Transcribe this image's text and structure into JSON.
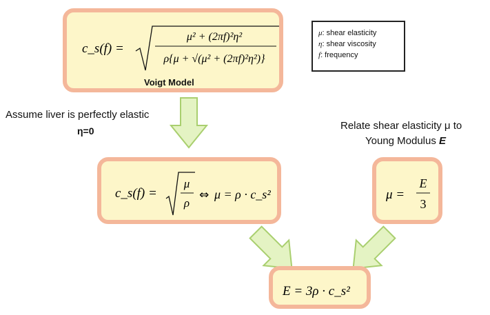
{
  "voigt": {
    "lhs": "c_s(f) =",
    "numerator": "μ² + (2πf)²η²",
    "denominator": "ρ{μ + √(μ² + (2πf)²η²)}",
    "caption": "Voigt Model"
  },
  "legend": {
    "items": [
      {
        "symbol": "μ",
        "text": ": shear elasticity"
      },
      {
        "symbol": "η",
        "text": ": shear viscosity"
      },
      {
        "symbol": "f",
        "text": ": frequency"
      }
    ]
  },
  "assumption": {
    "line1": "Assume liver is perfectly elastic",
    "line2": "η=0"
  },
  "relate": {
    "line1": "Relate shear elasticity μ to",
    "line2": "Young Modulus",
    "line2_symbol": "E"
  },
  "elastic_eq": {
    "lhs": "c_s(f) =",
    "sqrt_num": "μ",
    "sqrt_den": "ρ",
    "iff": "⇔",
    "rhs": "μ = ρ · c_s²"
  },
  "young_eq": {
    "lhs": "μ =",
    "num": "E",
    "den": "3"
  },
  "final_eq": {
    "text": "E = 3ρ · c_s²"
  },
  "colors": {
    "box_fill": "#fdf6c9",
    "box_border": "#f4b79a",
    "arrow_fill": "#e4f3c3",
    "arrow_stroke": "#a9cf6f"
  }
}
